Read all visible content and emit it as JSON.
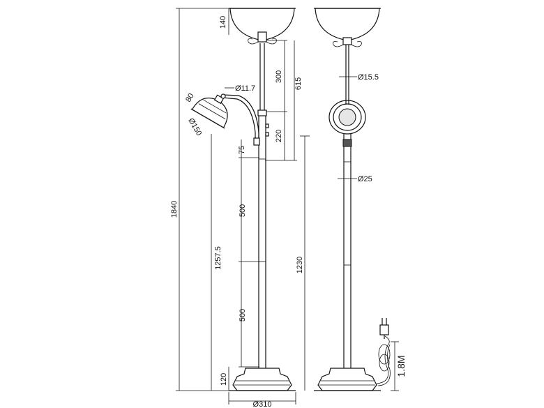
{
  "dimensions": {
    "total_height": "1840",
    "arm_height": "1257.5",
    "dia_arm_tube": "Ø11.7",
    "shade_depth": "80",
    "shade_dia": "Ø150",
    "bowl_height": "140",
    "upper_section": "300",
    "upper_total": "615",
    "mid_section": "220",
    "lower_joint": "75",
    "tube_upper": "500",
    "tube_lower": "500",
    "base_height": "120",
    "base_dia": "Ø310",
    "tube_1230": "1230",
    "dia_thin": "Ø15.5",
    "dia_thick": "Ø25",
    "cable": "1.8M"
  }
}
